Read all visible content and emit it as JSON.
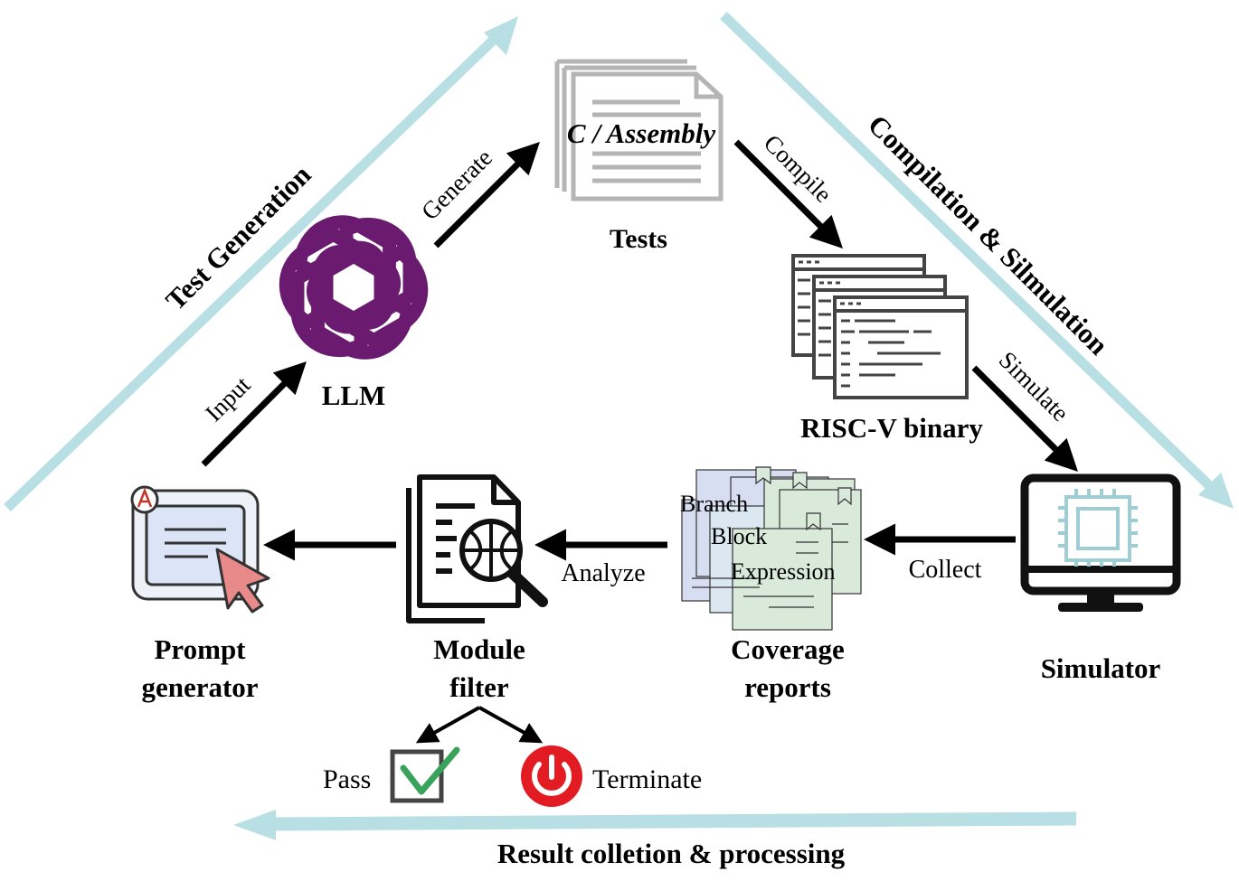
{
  "phases": {
    "test_generation": "Test Generation",
    "compilation_simulation": "Compilation & Silmulation",
    "result_processing": "Result colletion & processing"
  },
  "nodes": {
    "tests": {
      "title": "C / Assembly",
      "label": "Tests"
    },
    "llm": {
      "label": "LLM"
    },
    "risc_v": {
      "label": "RISC-V binary"
    },
    "simulator": {
      "label": "Simulator"
    },
    "coverage": {
      "label_line1": "Coverage",
      "label_line2": "reports",
      "items": [
        "Branch",
        "Block",
        "Expression"
      ]
    },
    "module_filter": {
      "label_line1": "Module",
      "label_line2": "filter"
    },
    "prompt_generator": {
      "label_line1": "Prompt",
      "label_line2": "generator"
    }
  },
  "edges": {
    "input": "Input",
    "generate": "Generate",
    "compile": "Compile",
    "simulate": "Simulate",
    "collect": "Collect",
    "analyze": "Analyze"
  },
  "outcomes": {
    "pass": "Pass",
    "terminate": "Terminate"
  },
  "colors": {
    "phase_arrow": "#b8dfe3",
    "llm_purple": "#6a1b6f",
    "terminate_red": "#e31b23",
    "pass_green": "#3aa35b",
    "doc_gray": "#b5b5b5",
    "coverage_blue": "#d8def2",
    "coverage_green": "#d9eadb",
    "prompt_blue": "#dbe5f7",
    "cursor_pink": "#e98a8a"
  },
  "icons": {
    "tests": "document-stack-icon",
    "llm": "openai-logo-icon",
    "risc_v": "terminal-windows-icon",
    "simulator": "monitor-chip-icon",
    "coverage": "report-stack-icon",
    "module_filter": "document-magnifier-icon",
    "prompt_generator": "prompt-window-cursor-icon",
    "pass": "checkbox-check-icon",
    "terminate": "power-button-icon"
  }
}
